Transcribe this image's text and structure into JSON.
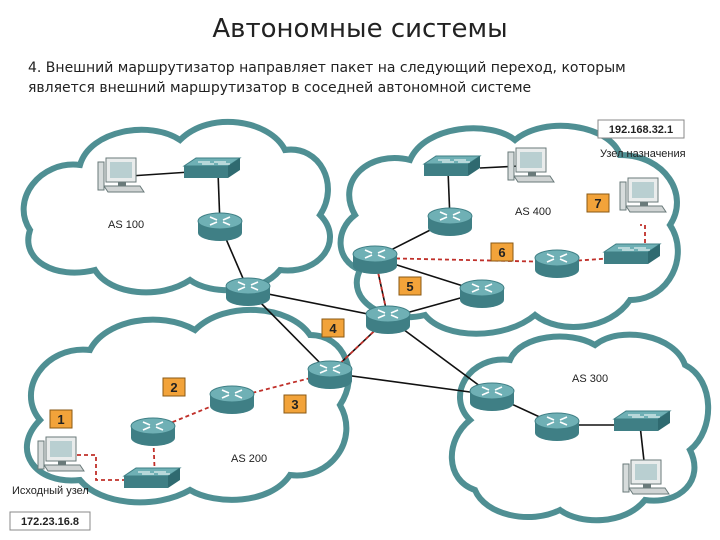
{
  "title": "Автономные системы",
  "subtitle": "4. Внешний маршрутизатор направляет пакет на следующий переход, которым является внешний маршрутизатор в соседней автономной системе",
  "autonomous_systems": {
    "as100": "AS 100",
    "as200": "AS 200",
    "as300": "AS 300",
    "as400": "AS 400"
  },
  "steps": [
    "1",
    "2",
    "3",
    "4",
    "5",
    "6",
    "7"
  ],
  "destination": {
    "ip": "192.168.32.1",
    "label": "Узел назначения"
  },
  "source": {
    "ip": "172.23.16.8",
    "label": "Исходный узел"
  },
  "colors": {
    "cloud_stroke": "#4f8f93",
    "router_body": "#5a9aa0",
    "path_red": "#c0302a",
    "step_badge": "#f2a33a"
  }
}
